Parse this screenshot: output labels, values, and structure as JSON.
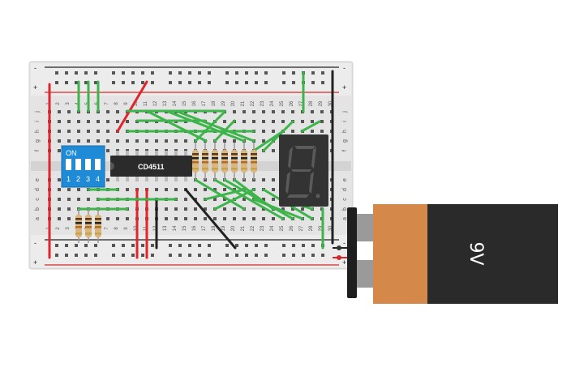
{
  "ic": {
    "label": "CD4511"
  },
  "dip": {
    "on_label": "ON",
    "switch_labels": [
      "1",
      "2",
      "3",
      "4"
    ]
  },
  "battery": {
    "label": "9V"
  },
  "breadboard": {
    "rail_plus": "+",
    "rail_minus": "-",
    "columns": [
      "1",
      "2",
      "3",
      "4",
      "5",
      "6",
      "7",
      "8",
      "9",
      "10",
      "11",
      "12",
      "13",
      "14",
      "15",
      "16",
      "17",
      "18",
      "19",
      "20",
      "21",
      "22",
      "23",
      "24",
      "25",
      "26",
      "27",
      "28",
      "29",
      "30"
    ],
    "rows_top": [
      "j",
      "i",
      "h",
      "g",
      "f"
    ],
    "rows_bottom": [
      "e",
      "d",
      "c",
      "b",
      "a"
    ]
  },
  "colors": {
    "board": "#e6e6e6",
    "wire_green": "#3db54a",
    "wire_red": "#e0262b",
    "wire_black": "#222222",
    "dip_blue": "#1f8ad6",
    "ic_body": "#2b2b2b",
    "segment_body": "#333333",
    "battery_copper": "#d4894a",
    "battery_black": "#2a2a2a"
  },
  "display": {
    "segment_count": 7
  }
}
